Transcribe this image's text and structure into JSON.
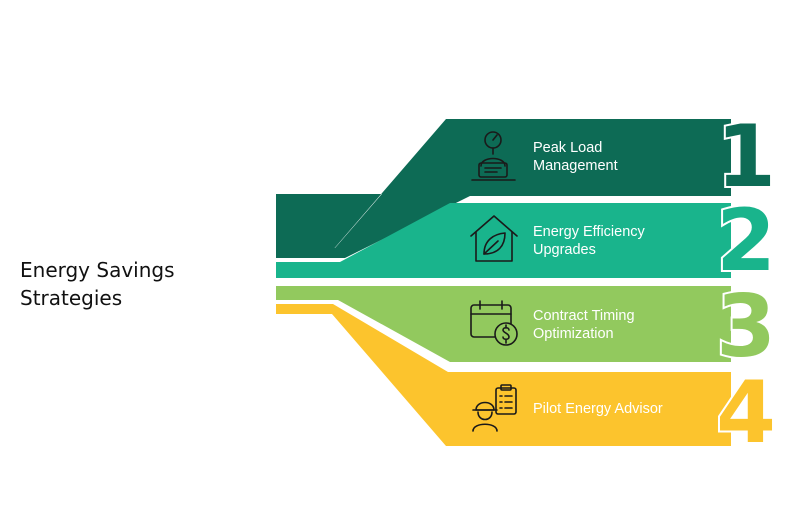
{
  "title_lines": [
    "Energy Savings",
    "Strategies"
  ],
  "colors": {
    "band_1": "#0d6b55",
    "band_2": "#19b48c",
    "band_3": "#92c95e",
    "band_4": "#fcc42d",
    "outline": "#ffffff",
    "icon_stroke": "#1a1a1a"
  },
  "strategies": [
    {
      "number": "1",
      "label_lines": [
        "Peak Load",
        "Management"
      ],
      "icon": "pressure-gauge-operator-icon"
    },
    {
      "number": "2",
      "label_lines": [
        "Energy Efficiency",
        "Upgrades"
      ],
      "icon": "eco-home-leaf-icon"
    },
    {
      "number": "3",
      "label_lines": [
        "Contract Timing",
        "Optimization"
      ],
      "icon": "calendar-dollar-icon"
    },
    {
      "number": "4",
      "label_lines": [
        "Pilot Energy Advisor"
      ],
      "icon": "advisor-checklist-icon"
    }
  ]
}
